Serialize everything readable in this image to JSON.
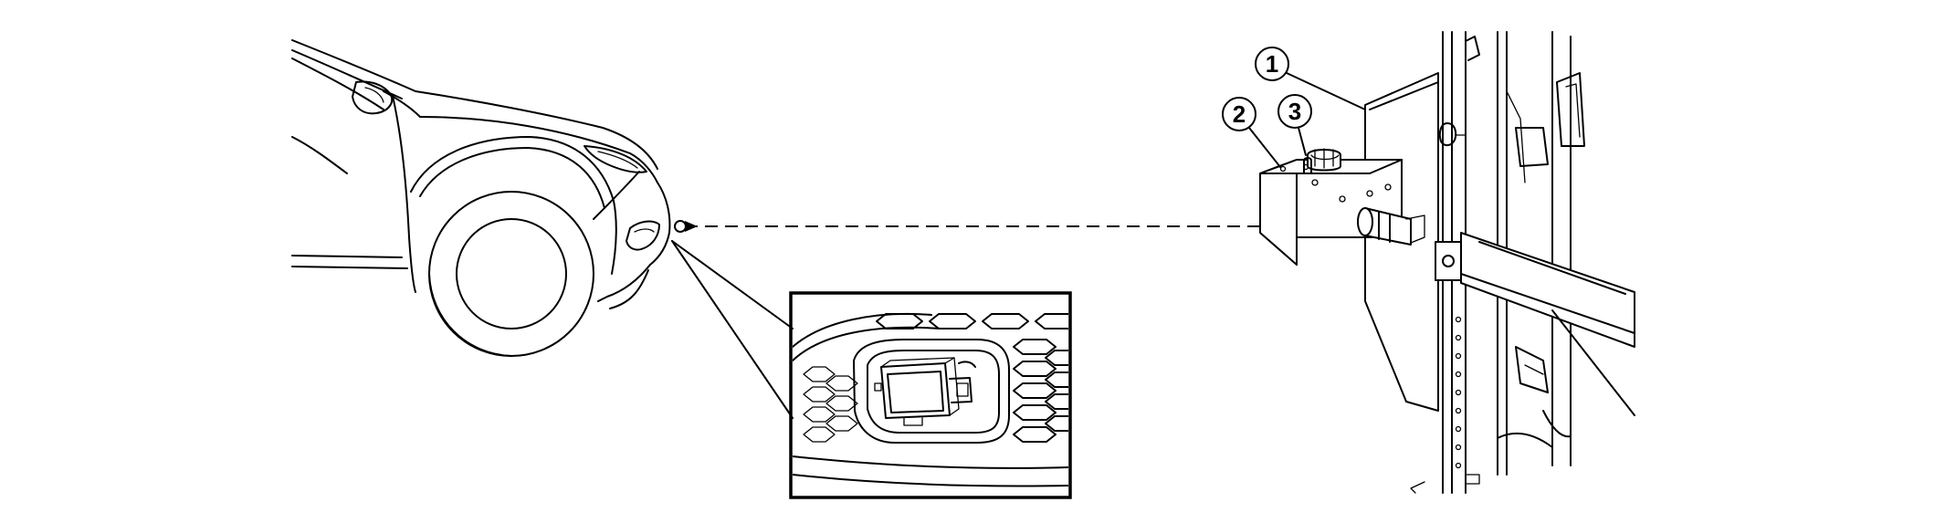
{
  "callouts": [
    {
      "label": "1"
    },
    {
      "label": "2"
    },
    {
      "label": "3"
    }
  ],
  "colors": {
    "line": "#000000",
    "background": "#ffffff"
  },
  "icons": [
    "car-front-icon",
    "radar-sensor-detail-icon",
    "aiming-target-stand-icon",
    "dashed-arrow-icon"
  ]
}
